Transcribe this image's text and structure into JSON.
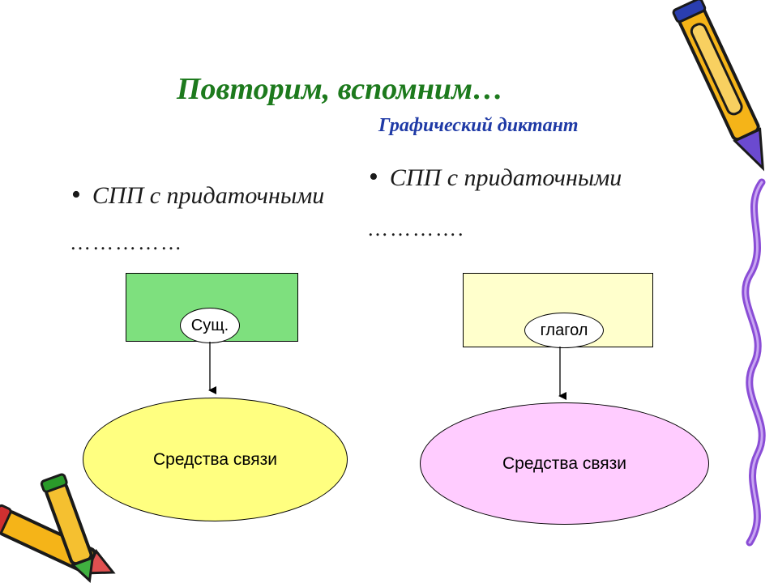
{
  "slide": {
    "title": "Повторим, вспомним…",
    "subtitle": "Графический диктант",
    "left": {
      "bullet": "СПП с придаточными",
      "dots": "……………",
      "box_label": "Сущ.",
      "ellipse_label": "Средства связи",
      "box_color": "#7ee07e",
      "ellipse_color": "#ffff80"
    },
    "right": {
      "bullet": "СПП с придаточными",
      "dots": "………….",
      "box_label": "глагол",
      "ellipse_label": "Средства связи",
      "box_color": "#ffffcc",
      "ellipse_color": "#ffccff"
    }
  }
}
